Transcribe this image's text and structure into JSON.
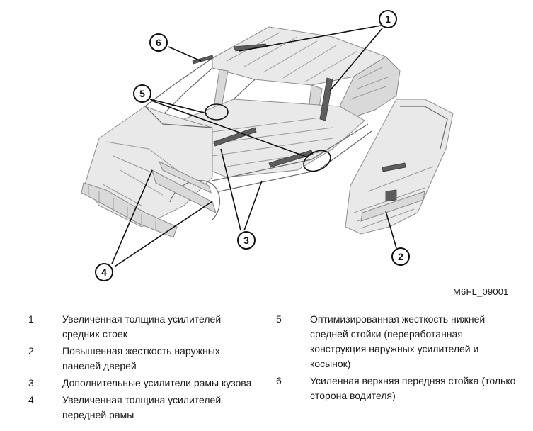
{
  "figure": {
    "code": "M6FL_09001",
    "callouts": [
      "1",
      "2",
      "3",
      "4",
      "5",
      "6"
    ]
  },
  "legend": {
    "left": [
      {
        "num": "1",
        "text": "Увеличенная толщина усилителей средних стоек"
      },
      {
        "num": "2",
        "text": "Повышенная жесткость наружных панелей дверей"
      },
      {
        "num": "3",
        "text": "Дополнительные усилители рамы кузова"
      },
      {
        "num": "4",
        "text": "Увеличенная толщина усилителей передней рамы"
      }
    ],
    "right": [
      {
        "num": "5",
        "text": "Оптимизированная жесткость нижней средней стойки (переработанная конструкция наружных усилителей и косынок)"
      },
      {
        "num": "6",
        "text": "Усиленная верхняя передняя стойка (только сторона водителя)"
      }
    ]
  }
}
